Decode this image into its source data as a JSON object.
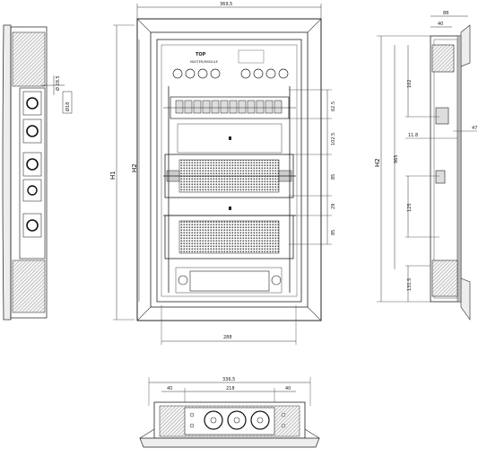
{
  "front": {
    "width_top": "369,5",
    "bottom_width": "288",
    "h1": "H1",
    "h2": "H2",
    "label_top": "TOP",
    "label_module": "MASTER/MODULE",
    "right_dims": [
      "62.5",
      "102.5",
      "85",
      "29",
      "85"
    ]
  },
  "left_view": {
    "dia": "Ø 28.5",
    "hole": "Ø18"
  },
  "side": {
    "d88": "88",
    "d40": "40",
    "d102": "102",
    "d47": "47",
    "d118": "11.8",
    "h2": "H2",
    "h965": "965",
    "d125": "125",
    "d1315": "131.5"
  },
  "bottom": {
    "total": "336,5",
    "left": "40",
    "mid": "218",
    "right": "40"
  }
}
